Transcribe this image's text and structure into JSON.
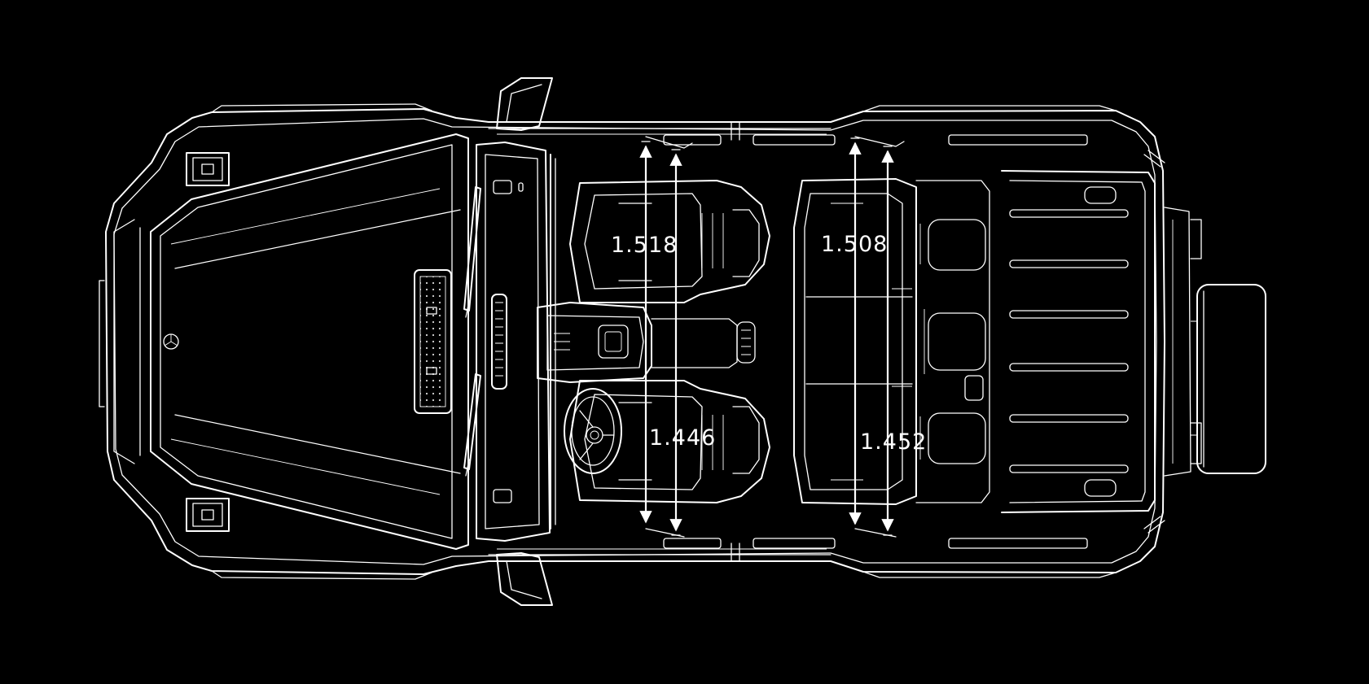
{
  "colors": {
    "background": "#000000",
    "line": "#ffffff"
  },
  "icons": {
    "emblem": "three-pointed-star-emblem-icon"
  },
  "dimensions": [
    {
      "id": "front-shoulder-width",
      "label": "1.518"
    },
    {
      "id": "front-elbow-width",
      "label": "1.446"
    },
    {
      "id": "rear-shoulder-width",
      "label": "1.508"
    },
    {
      "id": "rear-elbow-width",
      "label": "1.452"
    }
  ]
}
